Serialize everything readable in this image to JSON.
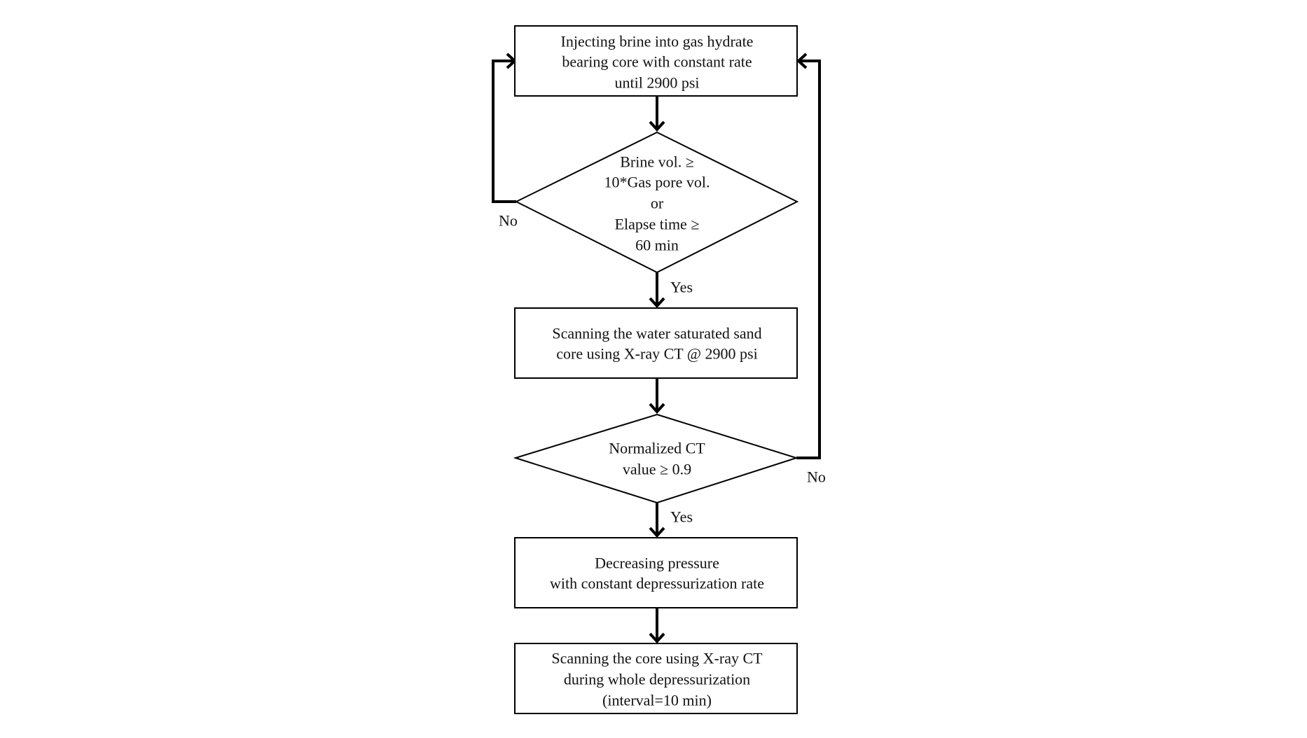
{
  "flowchart": {
    "nodes": [
      {
        "id": "inject",
        "shape": "process",
        "lines": [
          "Injecting brine into gas hydrate",
          "bearing core with constant rate",
          "until 2900 psi"
        ]
      },
      {
        "id": "check_volume",
        "shape": "decision",
        "lines": [
          "Brine vol. ≥",
          "10*Gas pore vol.",
          "or",
          "Elapse time ≥",
          "60 min"
        ]
      },
      {
        "id": "scan_saturated",
        "shape": "process",
        "lines": [
          "Scanning the water saturated sand",
          "core using X-ray CT @ 2900 psi"
        ]
      },
      {
        "id": "check_ct",
        "shape": "decision",
        "lines": [
          "Normalized CT",
          "value ≥ 0.9"
        ]
      },
      {
        "id": "decrease_pressure",
        "shape": "process",
        "lines": [
          "Decreasing pressure",
          "with constant depressurization rate"
        ]
      },
      {
        "id": "scan_depressurization",
        "shape": "process",
        "lines": [
          "Scanning the core using X-ray CT",
          "during whole depressurization",
          "(interval=10 min)"
        ]
      }
    ],
    "edges": [
      {
        "from": "inject",
        "to": "check_volume",
        "label": ""
      },
      {
        "from": "check_volume",
        "to": "scan_saturated",
        "label": "Yes"
      },
      {
        "from": "check_volume",
        "to": "inject",
        "label": "No"
      },
      {
        "from": "scan_saturated",
        "to": "check_ct",
        "label": ""
      },
      {
        "from": "check_ct",
        "to": "decrease_pressure",
        "label": "Yes"
      },
      {
        "from": "check_ct",
        "to": "inject",
        "label": "No"
      },
      {
        "from": "decrease_pressure",
        "to": "scan_depressurization",
        "label": ""
      }
    ]
  }
}
